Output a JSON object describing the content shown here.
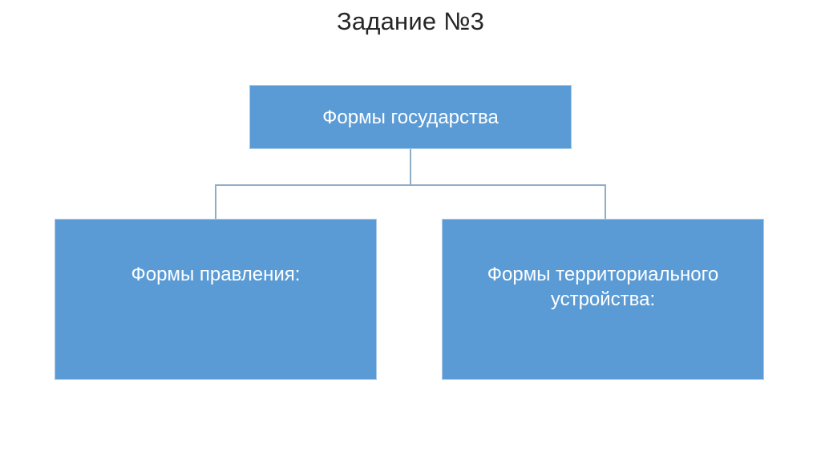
{
  "slide": {
    "title": "Задание №3",
    "background_color": "#ffffff",
    "title_color": "#262626"
  },
  "diagram": {
    "type": "organizational-hierarchy",
    "node_fill_color": "#5b9bd5",
    "node_border_color": "#a9cbe8",
    "node_text_color": "#ffffff",
    "connector_color": "#8faec6",
    "root": {
      "label": "Формы государства"
    },
    "children": [
      {
        "label": "Формы правления:"
      },
      {
        "label": "Формы территориального устройства:"
      }
    ]
  }
}
